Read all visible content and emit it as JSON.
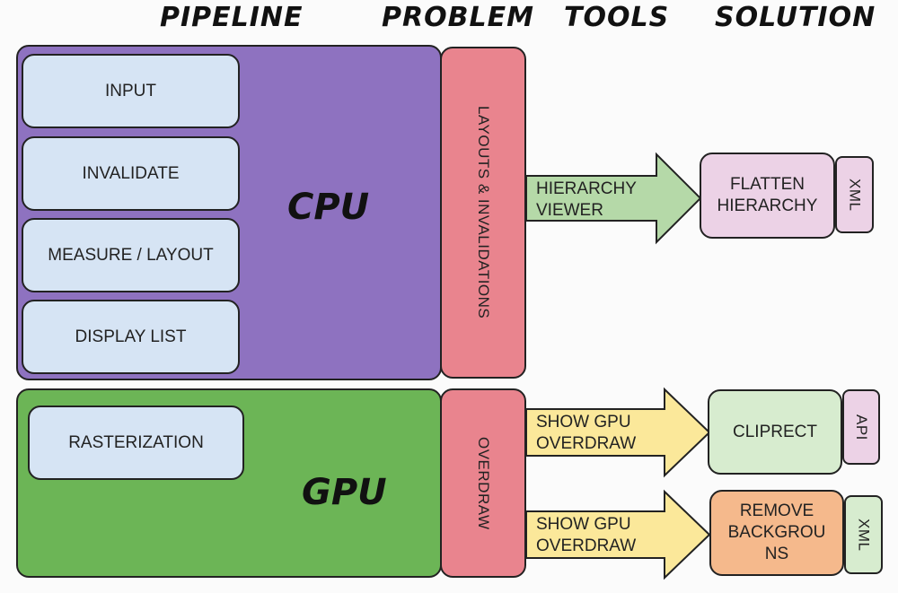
{
  "headers": {
    "pipeline": "PIPELINE",
    "problem": "PROBLEM",
    "tools": "TOOLS",
    "solution": "SOLUTION"
  },
  "cpu": {
    "label": "CPU",
    "steps": [
      "INPUT",
      "INVALIDATE",
      "MEASURE / LAYOUT",
      "DISPLAY LIST"
    ],
    "color": "#8e72c0"
  },
  "gpu": {
    "label": "GPU",
    "steps": [
      "RASTERIZATION"
    ],
    "color": "#6cb556"
  },
  "problems": {
    "layouts": "LAYOUTS & INVALIDATIONS",
    "overdraw": "OVERDRAW",
    "color": "#e9848e"
  },
  "tools": [
    {
      "text": [
        "HIERARCHY",
        "VIEWER"
      ],
      "color": "#b5d9a8"
    },
    {
      "text": [
        "SHOW GPU",
        "OVERDRAW"
      ],
      "color": "#fbe89a"
    },
    {
      "text": [
        "SHOW GPU",
        "OVERDRAW"
      ],
      "color": "#fbe89a"
    }
  ],
  "solutions": [
    {
      "lines": [
        "FLATTEN",
        "HIERARCHY"
      ],
      "tag": "XML",
      "color": "#ecd2e6",
      "tag_color": "#ecd2e6"
    },
    {
      "lines": [
        "CLIPRECT"
      ],
      "tag": "API",
      "color": "#d7eccf",
      "tag_color": "#ecd2e6"
    },
    {
      "lines": [
        "REMOVE",
        "BACKGROU",
        "NS"
      ],
      "tag": "XML",
      "color": "#f5b98c",
      "tag_color": "#d7eccf"
    }
  ]
}
